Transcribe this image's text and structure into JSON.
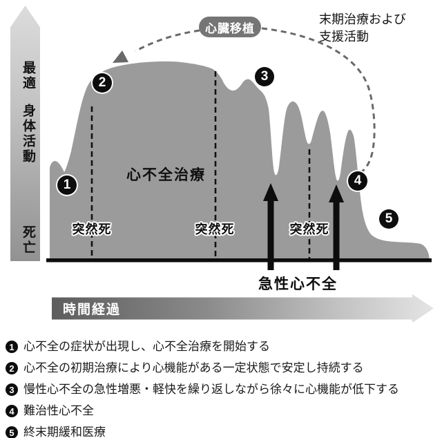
{
  "y_axis": {
    "top": "最適",
    "middle": "身体活動",
    "bottom": "死亡"
  },
  "time_axis": {
    "label": "時間経過"
  },
  "annotations": {
    "treatment_area": "心不全治療",
    "sudden_death_1": "突然死",
    "sudden_death_2": "突然死",
    "sudden_death_3": "突然死",
    "acute_heart_failure": "急性心不全",
    "transplant_badge": "心臓移植",
    "end_stage_note_line1": "末期治療および",
    "end_stage_note_line2": "支援活動"
  },
  "markers": {
    "m1": "1",
    "m2": "2",
    "m3": "3",
    "m4": "4",
    "m5": "5"
  },
  "legend": {
    "items": [
      {
        "num": "1",
        "text": "心不全の症状が出現し、心不全治療を開始する"
      },
      {
        "num": "2",
        "text": "心不全の初期治療により心機能がある一定状態で安定し持続する"
      },
      {
        "num": "3",
        "text": "慢性心不全の急性増悪・軽快を繰り返しながら徐々に心機能が低下する"
      },
      {
        "num": "4",
        "text": "難治性心不全"
      },
      {
        "num": "5",
        "text": "終末期緩和医療"
      }
    ]
  },
  "colors": {
    "curve_fill": "#9b9b9b",
    "badge_bg": "#757575",
    "dashed_arc": "#696969",
    "marker_bg": "#0d0d0d",
    "axis_gradient_top": "#dcdcdc",
    "axis_gradient_bottom": "#929292",
    "time_gradient_left": "#5d5d5d",
    "time_gradient_right": "#e4e4e4"
  }
}
